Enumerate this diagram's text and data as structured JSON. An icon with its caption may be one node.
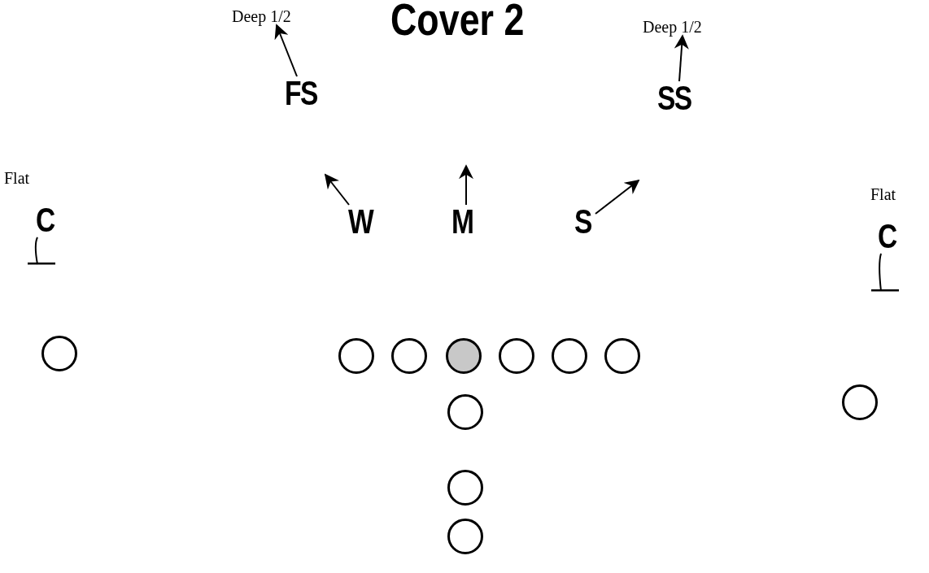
{
  "diagram": {
    "title": "Cover 2",
    "nodes": [
      {
        "text": [
          "Deep 1/2"
        ]
      },
      {
        "text": [
          "Deep 1/2"
        ]
      },
      {
        "text": [
          "FS"
        ]
      },
      {
        "text": [
          "SS"
        ]
      },
      {
        "text": [
          "C"
        ],
        "beside": [
          "Flat"
        ]
      },
      {
        "text": [
          "W"
        ]
      },
      {
        "text": [
          "M"
        ]
      },
      {
        "text": [
          "S"
        ]
      },
      {
        "text": [
          "C"
        ],
        "beside": [
          "Flat"
        ]
      },
      {
        "text": [],
        "shape": "circle"
      },
      {
        "text": [],
        "shape": "circle"
      },
      {
        "text": [],
        "shape": "circle"
      },
      {
        "text": [],
        "shape": "circle"
      },
      {
        "text": [],
        "shape": "circle"
      },
      {
        "text": [],
        "shape": "circle"
      },
      {
        "text": [],
        "shape": "circle"
      },
      {
        "text": [],
        "shape": "circle"
      },
      {
        "text": [],
        "shape": "circle"
      },
      {
        "text": [],
        "shape": "circle"
      },
      {
        "text": [],
        "shape": "circle"
      }
    ],
    "edges": [
      {
        "from": 2,
        "to": 0,
        "arrow": "to"
      },
      {
        "from": 3,
        "to": 1,
        "arrow": "to"
      },
      {
        "from": 4,
        "to": null,
        "arrow": "other"
      },
      {
        "from": 5,
        "to": null,
        "arrow": "to"
      },
      {
        "from": 6,
        "to": null,
        "arrow": "to"
      },
      {
        "from": 7,
        "to": null,
        "arrow": "to"
      },
      {
        "from": 8,
        "to": null,
        "arrow": "other"
      }
    ]
  }
}
